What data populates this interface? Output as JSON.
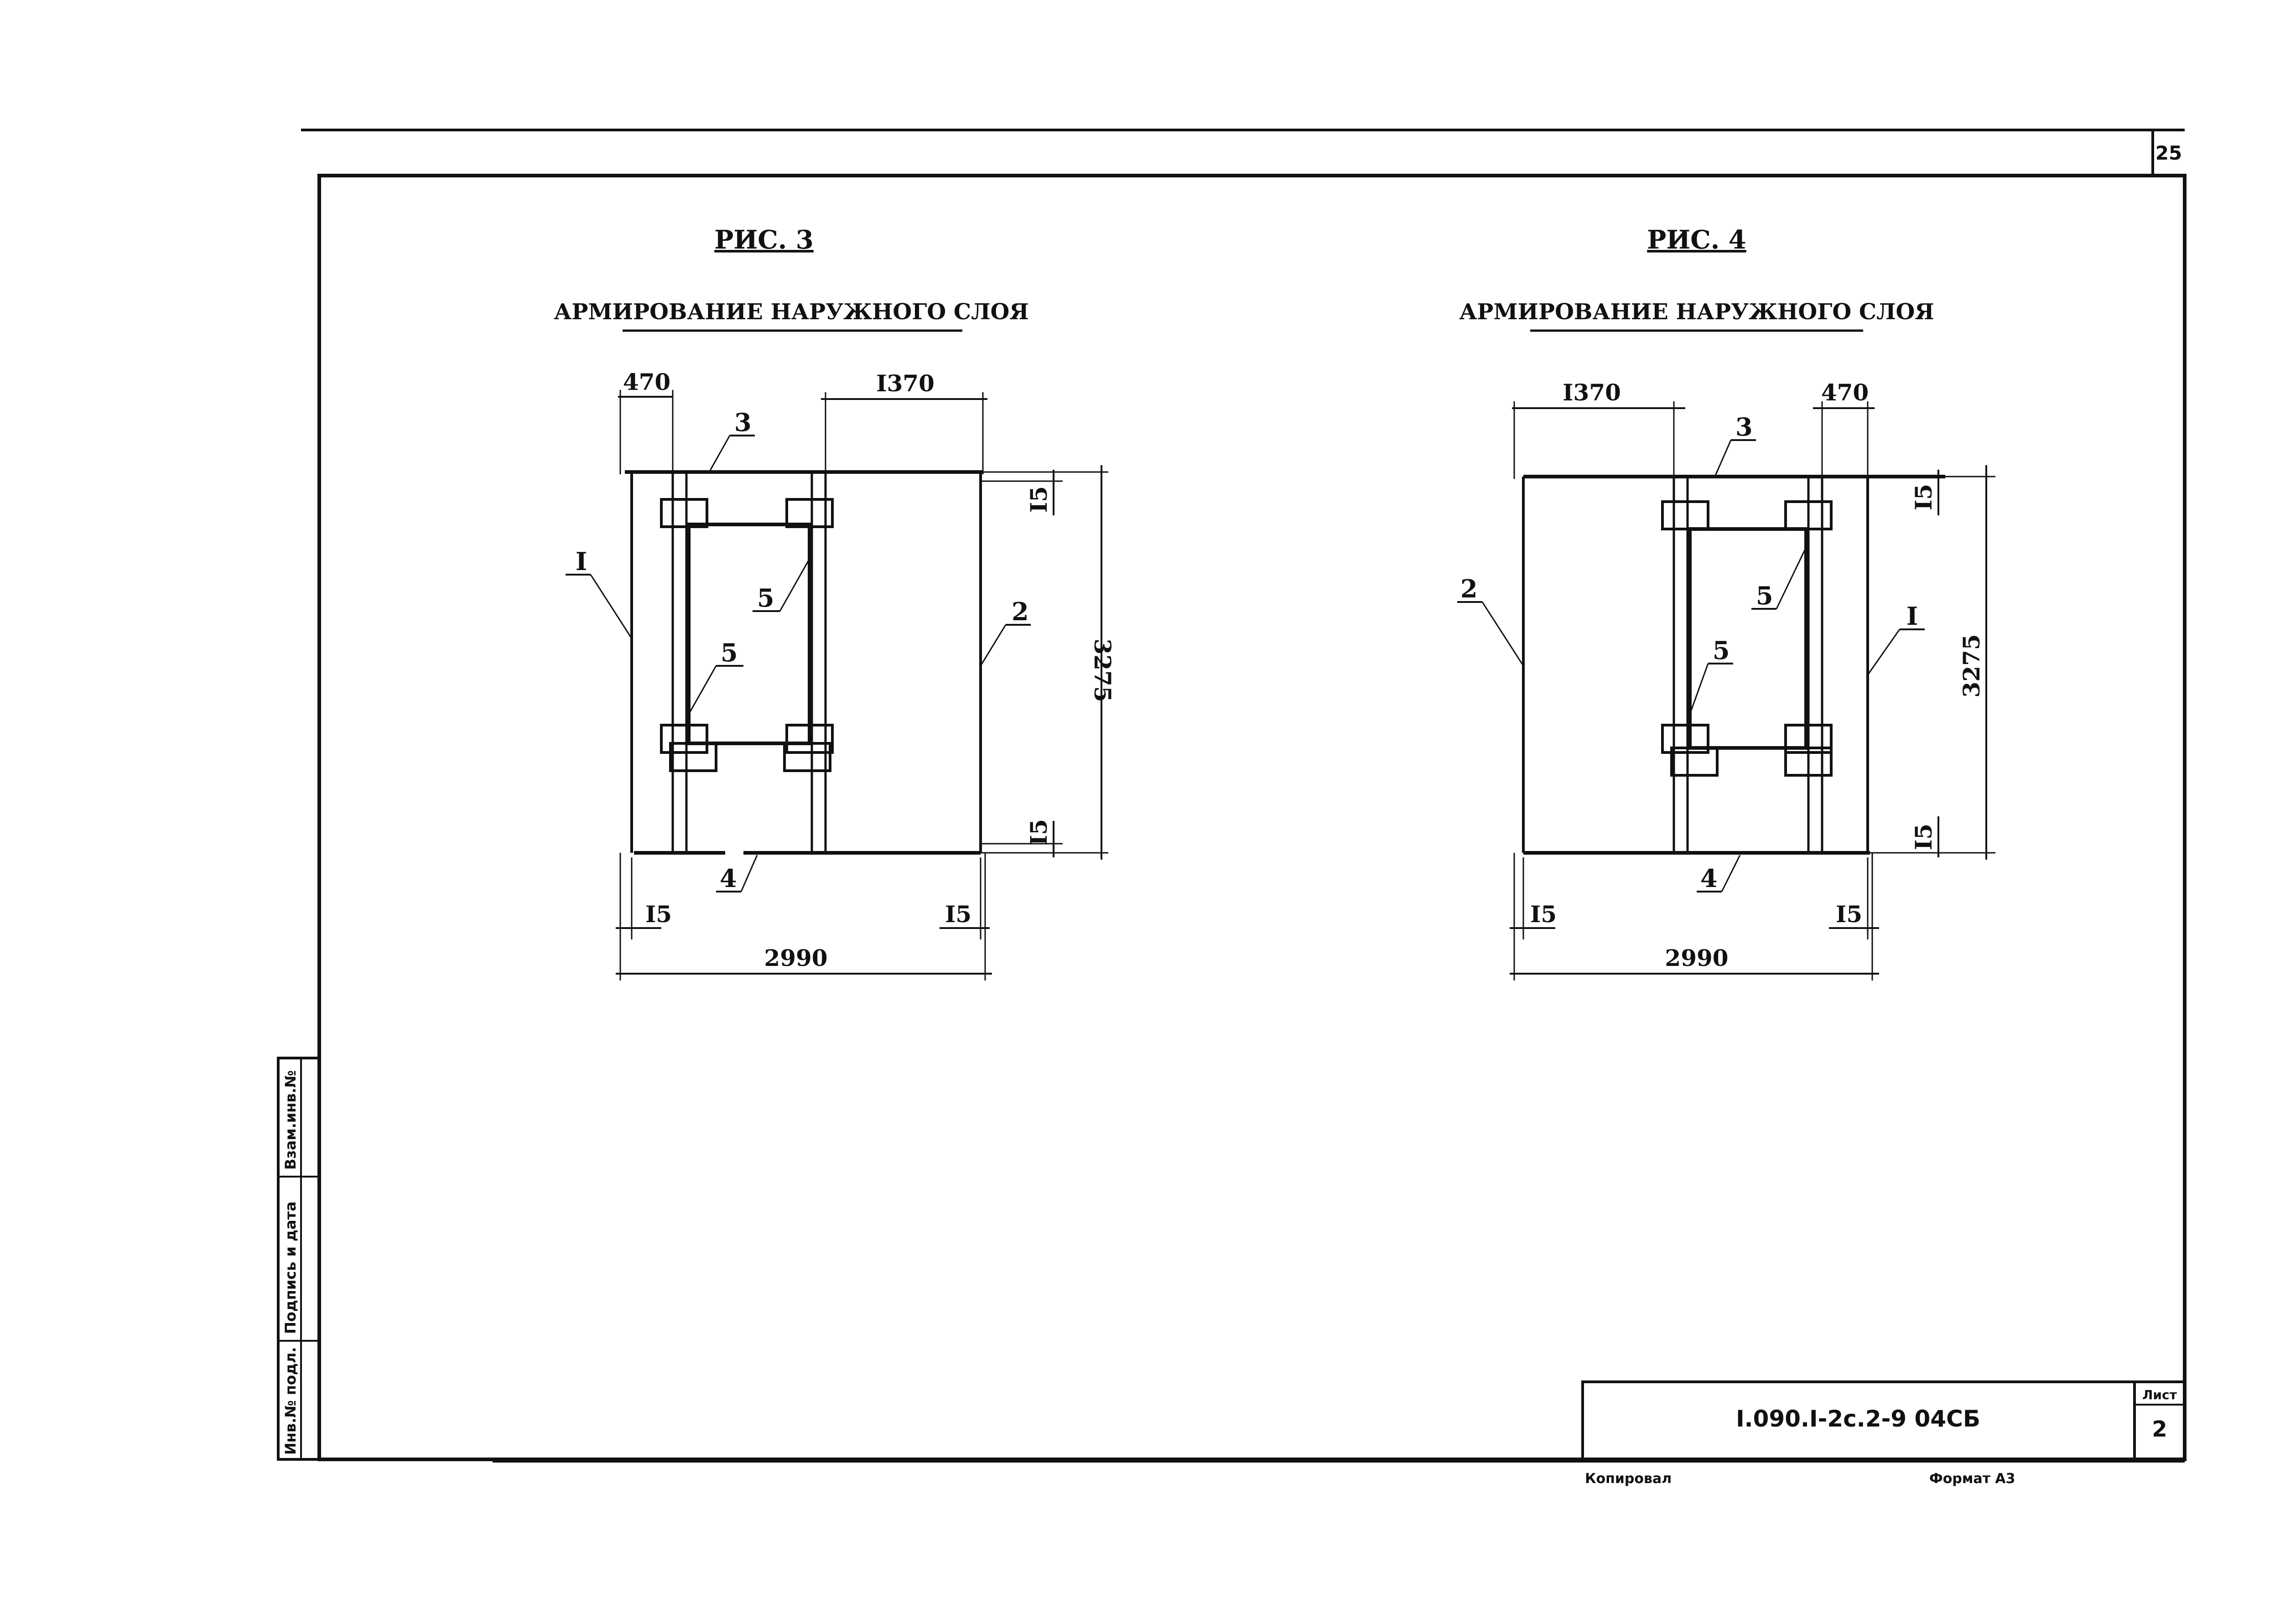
{
  "sheet": {
    "page_number": "25",
    "doc_code": "I.090.I-2c.2-9 04СБ",
    "sheet_label": "Лист",
    "sheet_number": "2",
    "copied_label": "Копировал",
    "format_label": "Формат А3",
    "side_fields": [
      "Инв.№ подл.",
      "Подпись и дата",
      "Взам.инв.№"
    ]
  },
  "figures": [
    {
      "caption": "РИС. 3",
      "subtitle": "АРМИРОВАНИЕ НАРУЖНОГО СЛОЯ",
      "dims": {
        "left_gap": "470",
        "right_gap": "I370",
        "height": "3275",
        "top_off": "I5",
        "bottom_off": "I5",
        "left_off": "I5",
        "right_off": "I5",
        "width": "2990"
      },
      "marks": {
        "m1": "I",
        "m2": "2",
        "m3": "3",
        "m4": "4",
        "m5a": "5",
        "m5b": "5"
      }
    },
    {
      "caption": "РИС. 4",
      "subtitle": "АРМИРОВАНИЕ НАРУЖНОГО СЛОЯ",
      "dims": {
        "left_gap": "I370",
        "right_gap": "470",
        "height": "3275",
        "top_off": "I5",
        "bottom_off": "I5",
        "left_off": "I5",
        "right_off": "I5",
        "width": "2990"
      },
      "marks": {
        "m1": "I",
        "m2": "2",
        "m3": "3",
        "m4": "4",
        "m5a": "5",
        "m5b": "5"
      }
    }
  ]
}
